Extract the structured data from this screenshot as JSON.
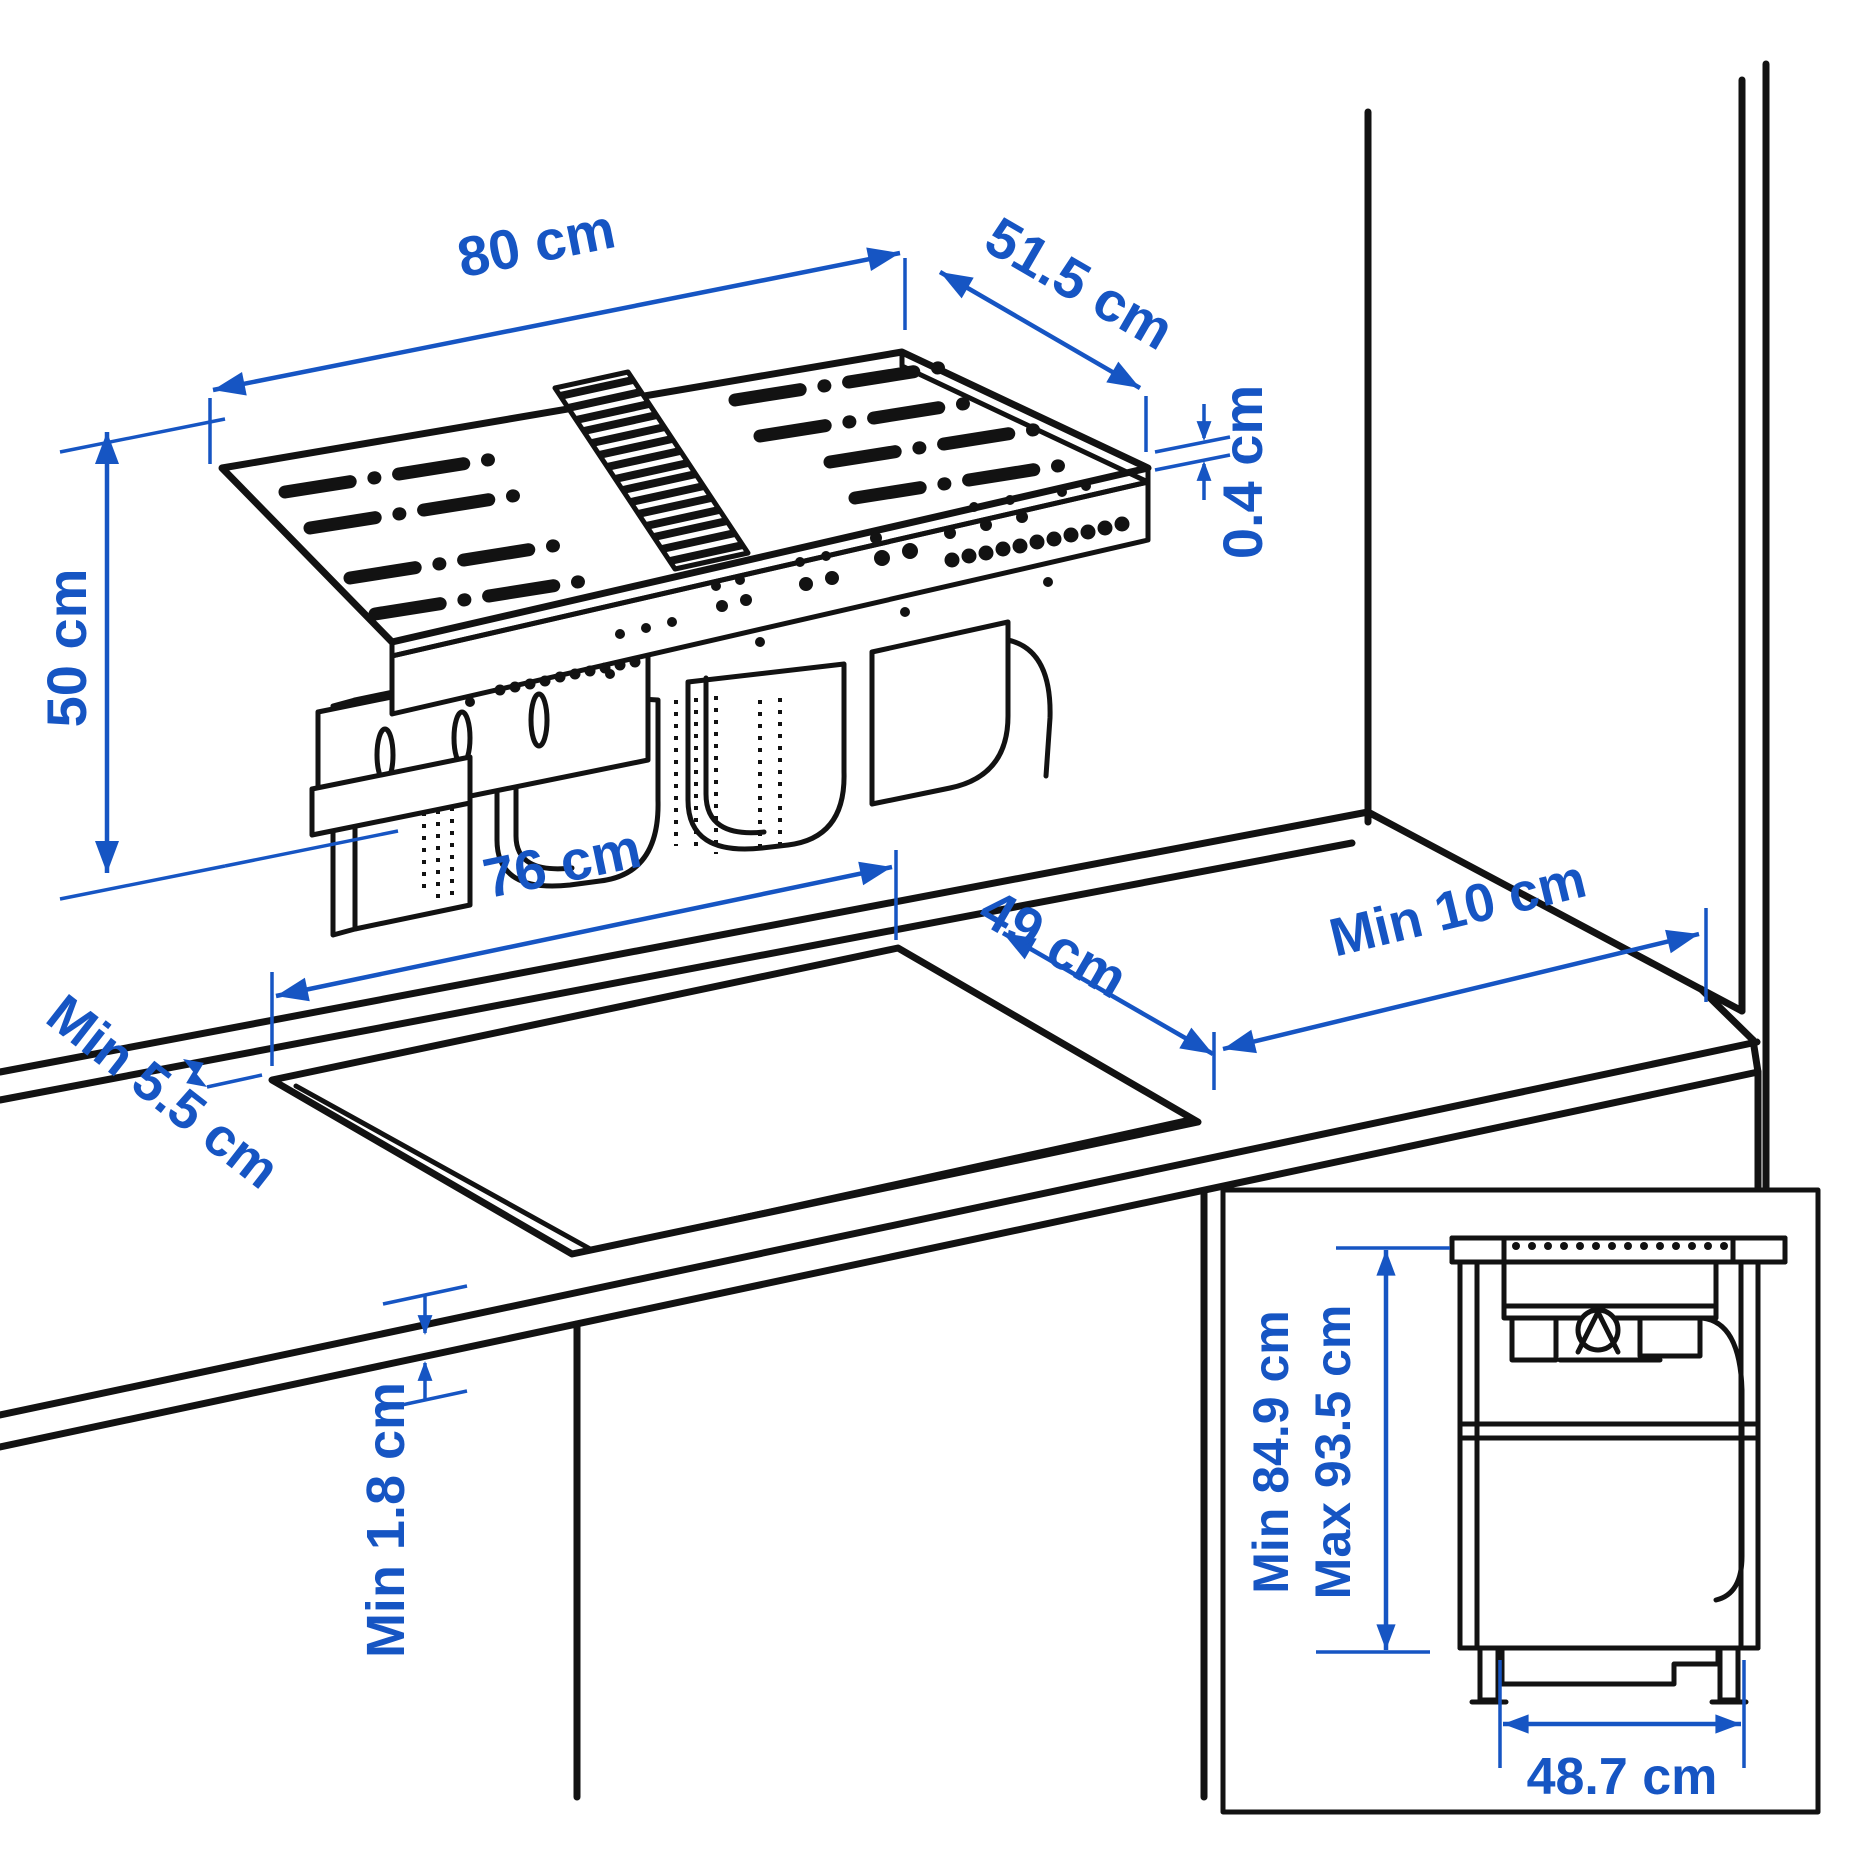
{
  "dimensions": {
    "hob_width": "80 cm",
    "hob_depth": "51.5 cm",
    "hob_glass_thickness": "0.4 cm",
    "hob_unit_height": "50 cm",
    "cutout_width": "76 cm",
    "cutout_depth": "49 cm",
    "clearance_to_right_wall": "Min 10 cm",
    "clearance_to_rear": "Min 5.5 cm",
    "worktop_thickness": "Min 1.8 cm",
    "cabinet_height_min": "Min 84.9 cm",
    "cabinet_height_max": "Max 93.5 cm",
    "cabinet_width": "48.7 cm"
  },
  "measurements": [
    {
      "label": "80 cm",
      "value": 80,
      "unit": "cm",
      "qualifier": "exact",
      "applies_to": "hob overall width"
    },
    {
      "label": "51.5 cm",
      "value": 51.5,
      "unit": "cm",
      "qualifier": "exact",
      "applies_to": "hob overall depth"
    },
    {
      "label": "0.4 cm",
      "value": 0.4,
      "unit": "cm",
      "qualifier": "exact",
      "applies_to": "hob glass edge thickness above worktop"
    },
    {
      "label": "50 cm",
      "value": 50,
      "unit": "cm",
      "qualifier": "exact",
      "applies_to": "height of extractor unit below hob surface"
    },
    {
      "label": "76 cm",
      "value": 76,
      "unit": "cm",
      "qualifier": "exact",
      "applies_to": "worktop cutout width"
    },
    {
      "label": "49 cm",
      "value": 49,
      "unit": "cm",
      "qualifier": "exact",
      "applies_to": "worktop cutout depth"
    },
    {
      "label": "Min 10 cm",
      "value": 10,
      "unit": "cm",
      "qualifier": "min",
      "applies_to": "clearance from cutout to side wall"
    },
    {
      "label": "Min 5.5 cm",
      "value": 5.5,
      "unit": "cm",
      "qualifier": "min",
      "applies_to": "clearance from rear edge to cutout"
    },
    {
      "label": "Min 1.8 cm",
      "value": 1.8,
      "unit": "cm",
      "qualifier": "min",
      "applies_to": "worktop thickness"
    },
    {
      "label": "Min 84.9 cm",
      "value": 84.9,
      "unit": "cm",
      "qualifier": "min",
      "applies_to": "base cabinet height"
    },
    {
      "label": "Max 93.5 cm",
      "value": 93.5,
      "unit": "cm",
      "qualifier": "max",
      "applies_to": "base cabinet height"
    },
    {
      "label": "48.7 cm",
      "value": 48.7,
      "unit": "cm",
      "qualifier": "exact",
      "applies_to": "base cabinet inner width"
    }
  ],
  "colors": {
    "dimension_blue": "#1655C3",
    "line_black": "#121212",
    "background": "#FFFFFF"
  }
}
